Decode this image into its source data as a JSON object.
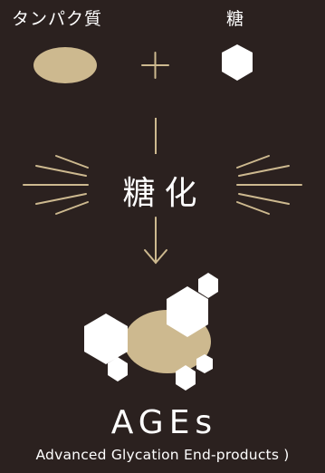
{
  "labels": {
    "protein": "タンパク質",
    "sugar": "糖",
    "glycation": "糖化",
    "ages": "AGEs",
    "ages_full": "Advanced Glycation End-products )"
  },
  "colors": {
    "background": "#2b211f",
    "accent": "#cdb98f",
    "text": "#ffffff",
    "shape": "#ffffff"
  },
  "icons": {
    "protein": "oval-icon",
    "sugar": "hexagon-icon",
    "plus": "plus-icon",
    "arrow": "down-arrow-icon",
    "rays": "radiating-lines-icon"
  }
}
